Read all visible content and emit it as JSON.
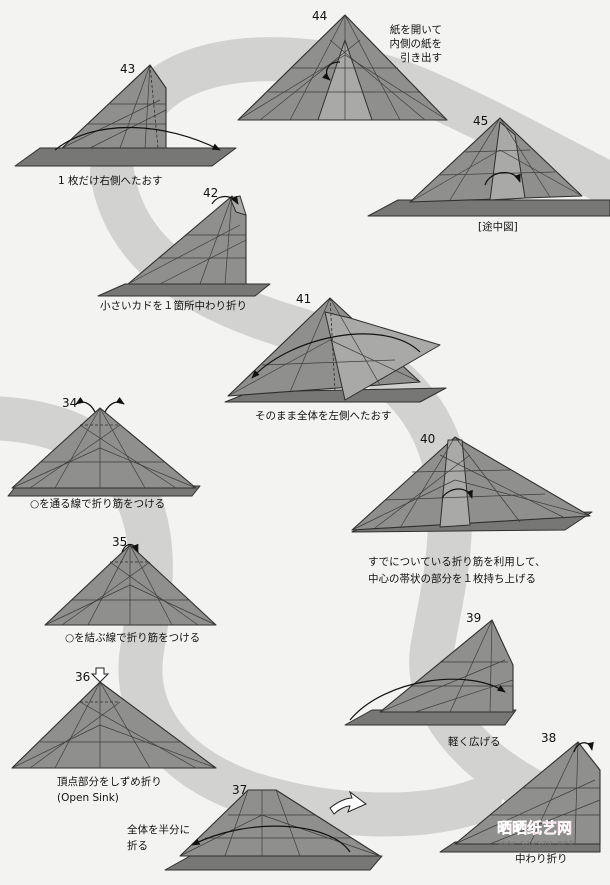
{
  "steps": {
    "s44": {
      "number": "44",
      "caption": [
        "紙を開いて",
        "内側の紙を",
        "引き出す"
      ]
    },
    "s43": {
      "number": "43",
      "caption": [
        "1 枚だけ右側へたおす"
      ]
    },
    "s45": {
      "number": "45",
      "caption": [
        "[途中図]"
      ]
    },
    "s42": {
      "number": "42",
      "caption": [
        "小さいカドを１箇所中わり折り"
      ]
    },
    "s41": {
      "number": "41",
      "caption": [
        "そのまま全体を左側へたおす"
      ]
    },
    "s34": {
      "number": "34",
      "caption": [
        "○を通る線で折り筋をつける"
      ]
    },
    "s40": {
      "number": "40",
      "caption": [
        "すでについている折り筋を利用して、",
        "中心の帯状の部分を１枚持ち上げる"
      ]
    },
    "s35": {
      "number": "35",
      "caption": [
        "○を結ぶ線で折り筋をつける"
      ]
    },
    "s39": {
      "number": "39",
      "caption": [
        "軽く広げる"
      ]
    },
    "s36": {
      "number": "36",
      "caption": [
        "頂点部分をしずめ折り",
        "(Open Sink)"
      ]
    },
    "s38": {
      "number": "38",
      "caption": [
        "中わり折り"
      ]
    },
    "s37": {
      "number": "37",
      "caption": [
        "全体を半分に",
        "折る"
      ]
    }
  },
  "watermark": {
    "logo": "晒晒纸艺网",
    "url": "www.saysay.net"
  },
  "colors": {
    "paper": "#8f8f8d",
    "band": "#d2d2d0",
    "watermark": "#e23a8a"
  }
}
